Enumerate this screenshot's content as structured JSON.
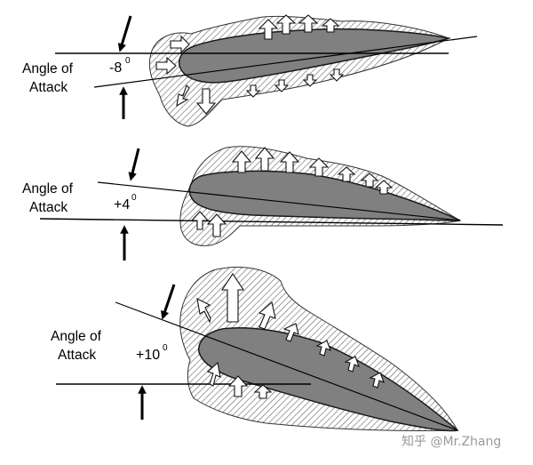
{
  "panels": [
    {
      "label_line1": "Angle of",
      "label_line2": "Attack",
      "angle": "-8",
      "unit": "0"
    },
    {
      "label_line1": "Angle of",
      "label_line2": "Attack",
      "angle": "+4",
      "unit": "0"
    },
    {
      "label_line1": "Angle of",
      "label_line2": "Attack",
      "angle": "+10",
      "unit": "0"
    }
  ],
  "watermark": "知乎 @Mr.Zhang",
  "colors": {
    "airfoil": "#808080",
    "background": "#ffffff",
    "hatch": "#6e6e6e",
    "watermark": "#9a9a9a"
  }
}
